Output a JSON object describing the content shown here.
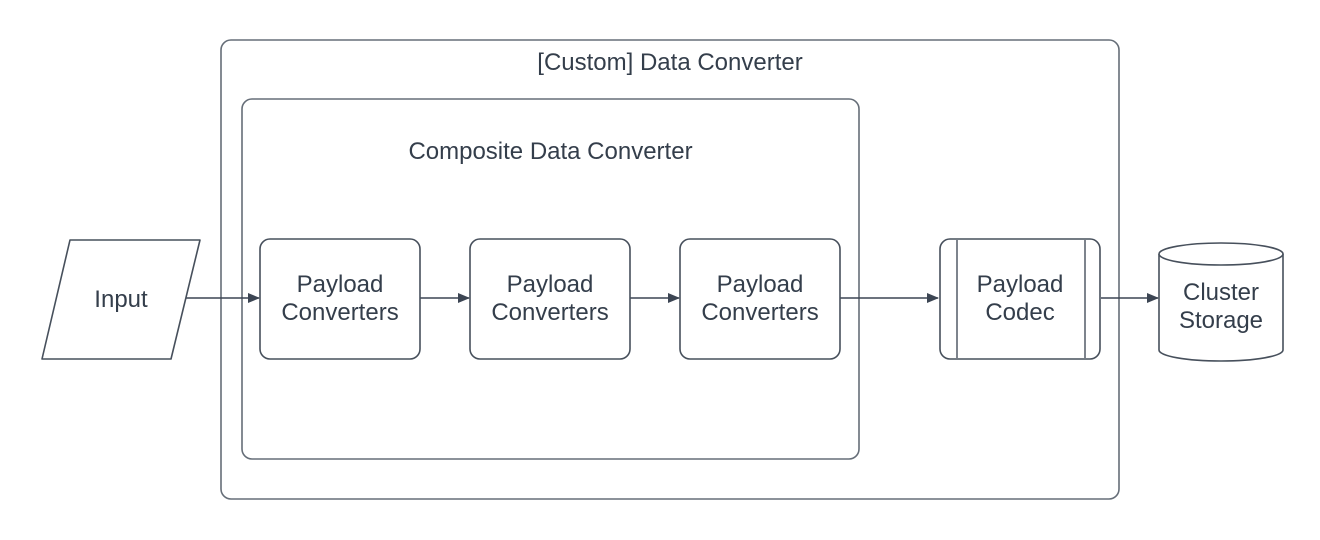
{
  "diagram": {
    "outer_container": {
      "label": "[Custom] Data Converter"
    },
    "inner_container": {
      "label": "Composite Data Converter"
    },
    "nodes": {
      "input": {
        "label": "Input",
        "shape": "parallelogram"
      },
      "converter_1": {
        "label": "Payload Converters",
        "shape": "rounded-rect"
      },
      "converter_2": {
        "label": "Payload Converters",
        "shape": "rounded-rect"
      },
      "converter_3": {
        "label": "Payload Converters",
        "shape": "rounded-rect"
      },
      "codec": {
        "label": "Payload Codec",
        "shape": "predefined-process"
      },
      "storage": {
        "label": "Cluster Storage",
        "shape": "cylinder"
      }
    },
    "edges": [
      {
        "from": "input",
        "to": "converter_1"
      },
      {
        "from": "converter_1",
        "to": "converter_2"
      },
      {
        "from": "converter_2",
        "to": "converter_3"
      },
      {
        "from": "converter_3",
        "to": "codec"
      },
      {
        "from": "codec",
        "to": "storage"
      }
    ],
    "colors": {
      "background": "#ffffff",
      "container_stroke": "#666e78",
      "shape_stroke": "#47505c",
      "arrow": "#3c4553",
      "text": "#343e4b"
    }
  }
}
